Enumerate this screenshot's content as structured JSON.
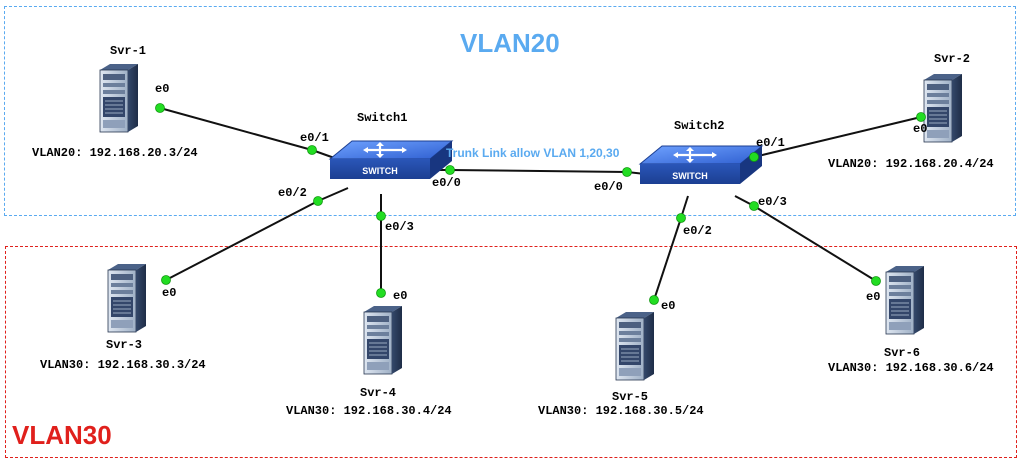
{
  "colors": {
    "vlan20": "#5aaaf0",
    "vlan30": "#e0201c",
    "trunk_text": "#5aaaf0",
    "link": "#111111",
    "port_dot": "#22dd22",
    "switch_blue": "#3a6ed8",
    "server_dark": "#2c3e5c"
  },
  "vlan20": {
    "title": "VLAN20"
  },
  "vlan30": {
    "title": "VLAN30"
  },
  "trunk": {
    "label": "Trunk Link allow VLAN 1,20,30"
  },
  "switches": [
    {
      "name": "Switch1",
      "badge": "SWITCH"
    },
    {
      "name": "Switch2",
      "badge": "SWITCH"
    }
  ],
  "servers": [
    {
      "name": "Svr-1",
      "ip": "VLAN20: 192.168.20.3/24",
      "port": "e0"
    },
    {
      "name": "Svr-2",
      "ip": "VLAN20: 192.168.20.4/24",
      "port": "e0"
    },
    {
      "name": "Svr-3",
      "ip": "VLAN30: 192.168.30.3/24",
      "port": "e0"
    },
    {
      "name": "Svr-4",
      "ip": "VLAN30: 192.168.30.4/24",
      "port": "e0"
    },
    {
      "name": "Svr-5",
      "ip": "VLAN30: 192.168.30.5/24",
      "port": "e0"
    },
    {
      "name": "Svr-6",
      "ip": "VLAN30: 192.168.30.6/24",
      "port": "e0"
    }
  ],
  "switch1_ports": {
    "p1": "e0/1",
    "p2": "e0/2",
    "p3": "e0/3",
    "p0": "e0/0"
  },
  "switch2_ports": {
    "p1": "e0/1",
    "p2": "e0/2",
    "p3": "e0/3",
    "p0": "e0/0"
  }
}
